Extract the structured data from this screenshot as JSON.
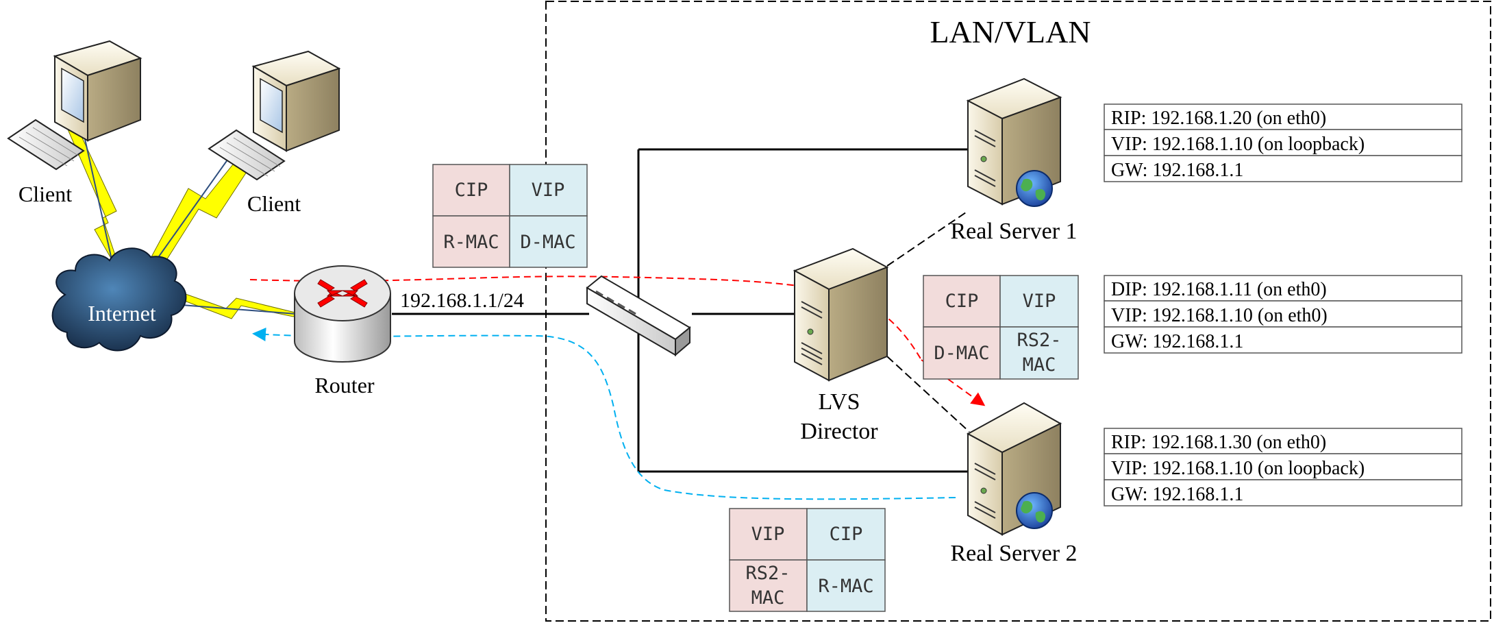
{
  "zone_label": "LAN/VLAN",
  "nodes": {
    "client_left": "Client",
    "client_right": "Client",
    "internet": "Internet",
    "router": "Router",
    "router_ip": "192.168.1.1/24",
    "director_line1": "LVS",
    "director_line2": "Director",
    "real_server_1": "Real Server 1",
    "real_server_2": "Real Server 2"
  },
  "packets": {
    "router_to_director": {
      "src_ip": "CIP",
      "dst_ip": "VIP",
      "src_mac": "R-MAC",
      "dst_mac": "D-MAC"
    },
    "director_to_rs2": {
      "src_ip": "CIP",
      "dst_ip": "VIP",
      "src_mac": "D-MAC",
      "dst_mac_line1": "RS2-",
      "dst_mac_line2": "MAC"
    },
    "rs2_to_router": {
      "src_ip": "VIP",
      "dst_ip": "CIP",
      "src_mac_line1": "RS2-",
      "src_mac_line2": "MAC",
      "dst_mac": "R-MAC"
    }
  },
  "configs": {
    "rs1": [
      "RIP: 192.168.1.20 (on eth0)",
      "VIP: 192.168.1.10 (on loopback)",
      "GW: 192.168.1.1"
    ],
    "director": [
      "DIP: 192.168.1.11 (on eth0)",
      "VIP: 192.168.1.10 (on eth0)",
      "GW: 192.168.1.1"
    ],
    "rs2": [
      "RIP: 192.168.1.30 (on eth0)",
      "VIP: 192.168.1.10 (on loopback)",
      "GW: 192.168.1.1"
    ]
  },
  "colors": {
    "pink": "#f2dcdb",
    "cyan": "#dbeef3",
    "request_path": "#ff0000",
    "response_path": "#00b0f0",
    "lightning": "#ffff00",
    "cloud": "#1f3a5f"
  }
}
